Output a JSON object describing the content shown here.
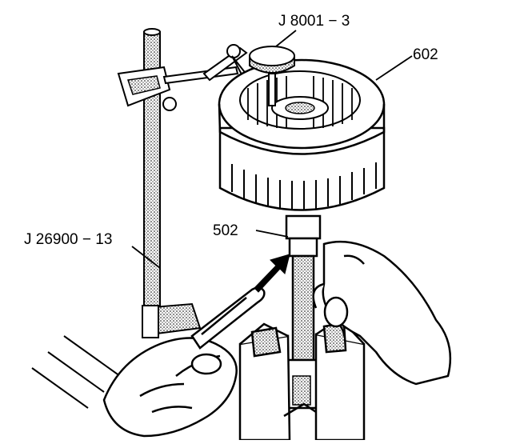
{
  "labels": {
    "tool_dial_indicator": "J 8001 − 3",
    "part_input_housing": "602",
    "part_shaft": "502",
    "tool_stand": "J 26900 − 13"
  },
  "colors": {
    "ink": "#000000",
    "paper": "#ffffff",
    "stipple": "#bdbdbd"
  }
}
